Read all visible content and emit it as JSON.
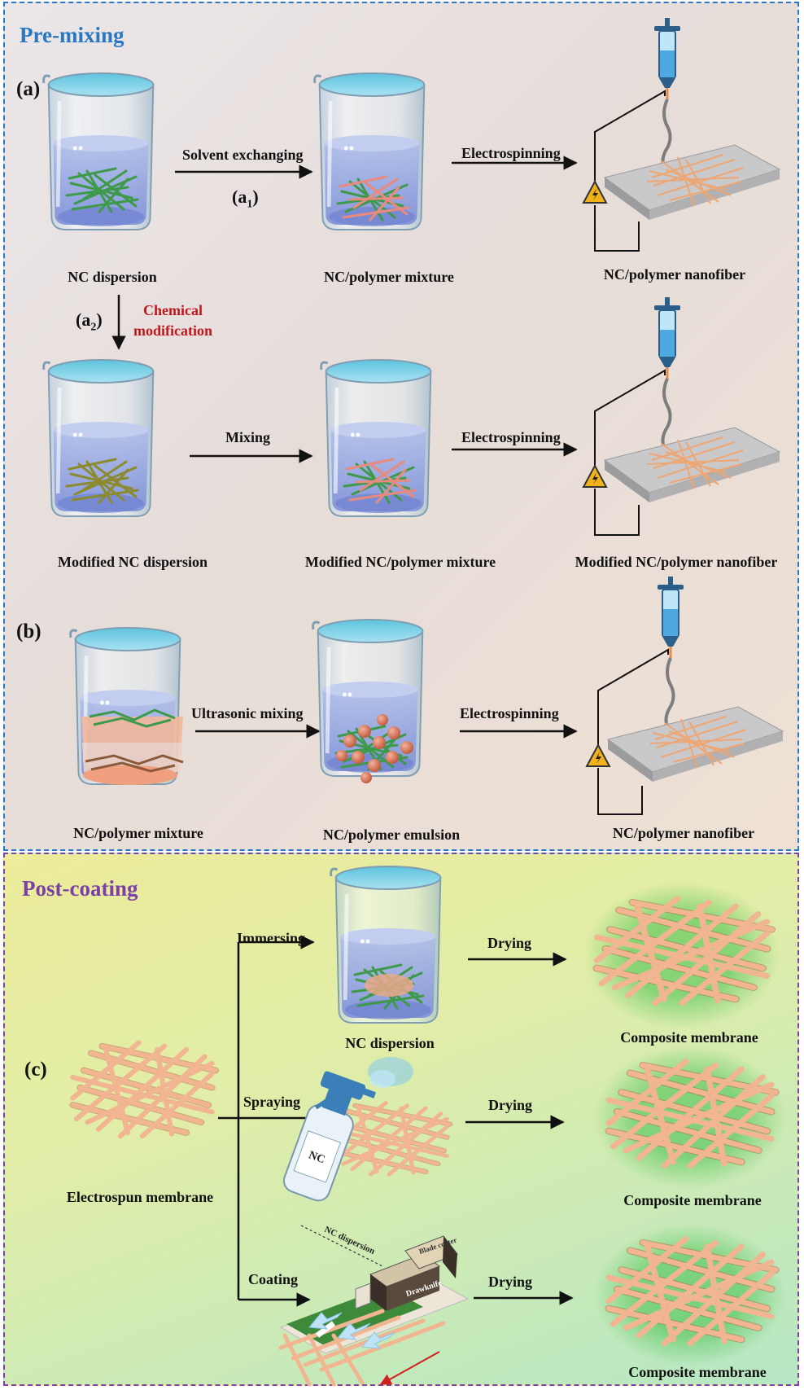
{
  "colors": {
    "pre_border": "#2a78c6",
    "post_border": "#7b43a8",
    "pre_title": "#2878c2",
    "post_title": "#7b3fa6",
    "chem_mod": "#c0161c",
    "fiber": "#e7a67a",
    "nc_green": "#3e9a4a"
  },
  "pre_mixing": {
    "title": "Pre-mixing",
    "a": {
      "tag": "(a)",
      "a1_tag": "(a",
      "a1_sub": "1",
      "a2_tag": "(a",
      "a2_sub": "2",
      "row1": {
        "beaker1_label": "NC dispersion",
        "arrow1_label": "Solvent exchanging",
        "beaker2_label": "NC/polymer mixture",
        "arrow2_label": "Electrospinning",
        "output_label": "NC/polymer nanofiber"
      },
      "chemical_modification": [
        "Chemical",
        "modification"
      ],
      "row2": {
        "beaker1_label": "Modified NC dispersion",
        "arrow1_label": "Mixing",
        "beaker2_label": "Modified NC/polymer mixture",
        "arrow2_label": "Electrospinning",
        "output_label": "Modified NC/polymer nanofiber"
      }
    },
    "b": {
      "tag": "(b)",
      "beaker1_label": "NC/polymer mixture",
      "arrow1_label": "Ultrasonic mixing",
      "beaker2_label": "NC/polymer emulsion",
      "arrow2_label": "Electrospinning",
      "output_label": "NC/polymer nanofiber"
    }
  },
  "post_coating": {
    "title": "Post-coating",
    "tag": "(c)",
    "source_label": "Electrospun membrane",
    "immersing": {
      "label": "Immersing",
      "beaker_label": "NC dispersion",
      "arrow_label": "Drying",
      "output_label": "Composite membrane"
    },
    "spraying": {
      "label": "Spraying",
      "bottle_text": "NC",
      "arrow_label": "Drying",
      "output_label": "Composite membrane"
    },
    "coating": {
      "label": "Coating",
      "nc_dispersion_text": "NC dispersion",
      "blade_text": "Blade coater",
      "drawknife_text": "Drawknife",
      "arrow_label": "Drying",
      "output_label": "Composite membrane"
    }
  },
  "icons": [
    "beaker-icon",
    "syringe-icon",
    "high-voltage-warning-icon",
    "spray-bottle-icon",
    "blade-coater-icon",
    "fiber-mesh-icon"
  ]
}
